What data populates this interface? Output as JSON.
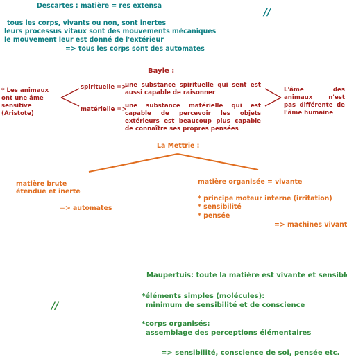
{
  "descartes": {
    "title": "Descartes : matière = res extensa",
    "lines": [
      "tous les corps, vivants ou non, sont inertes",
      "leurs processus vitaux sont des mouvements mécaniques",
      "le mouvement leur est donné de l'extérieur",
      "=> tous les corps sont des automates"
    ],
    "parallel_mark": "//"
  },
  "bayle": {
    "title": "Bayle :",
    "left_note": "* Les animaux ont une âme sensitive (Aristote)",
    "branches": [
      {
        "label": "spirituelle =>",
        "text": "une substance spirituelle qui sent est aussi capable de raisonner"
      },
      {
        "label": "matérielle =>",
        "text": "une substance matérielle qui est capable de percevoir les objets extérieurs est beaucoup plus capable de connaître ses propres pensées"
      }
    ],
    "conclusion": "L'âme des animaux n'est pas différente de l'âme humaine"
  },
  "lamettrie": {
    "title": "La Mettrie :",
    "left": {
      "lines": [
        "matière brute",
        "étendue et inerte"
      ],
      "result": "=> automates"
    },
    "right": {
      "title": "matière organisée = vivante",
      "items": [
        "* principe moteur interne (irritation)",
        "* sensibilité",
        "* pensée"
      ],
      "result": "=> machines vivantes"
    }
  },
  "maupertuis": {
    "title": "Maupertuis: toute la matière est vivante et sensible",
    "simple_heading": "*éléments simples (molécules):",
    "simple_text": "minimum de sensibilité et de conscience",
    "organized_heading": "*corps organisés:",
    "organized_text": "assemblage des perceptions élémentaires",
    "result": "=> sensibilité, conscience de soi, pensée etc.",
    "parallel_mark": "//"
  },
  "colors": {
    "descartes": "#0f7f83",
    "bayle": "#a5201d",
    "lamettrie": "#e06d1f",
    "maupertuis": "#2f8a3c"
  }
}
